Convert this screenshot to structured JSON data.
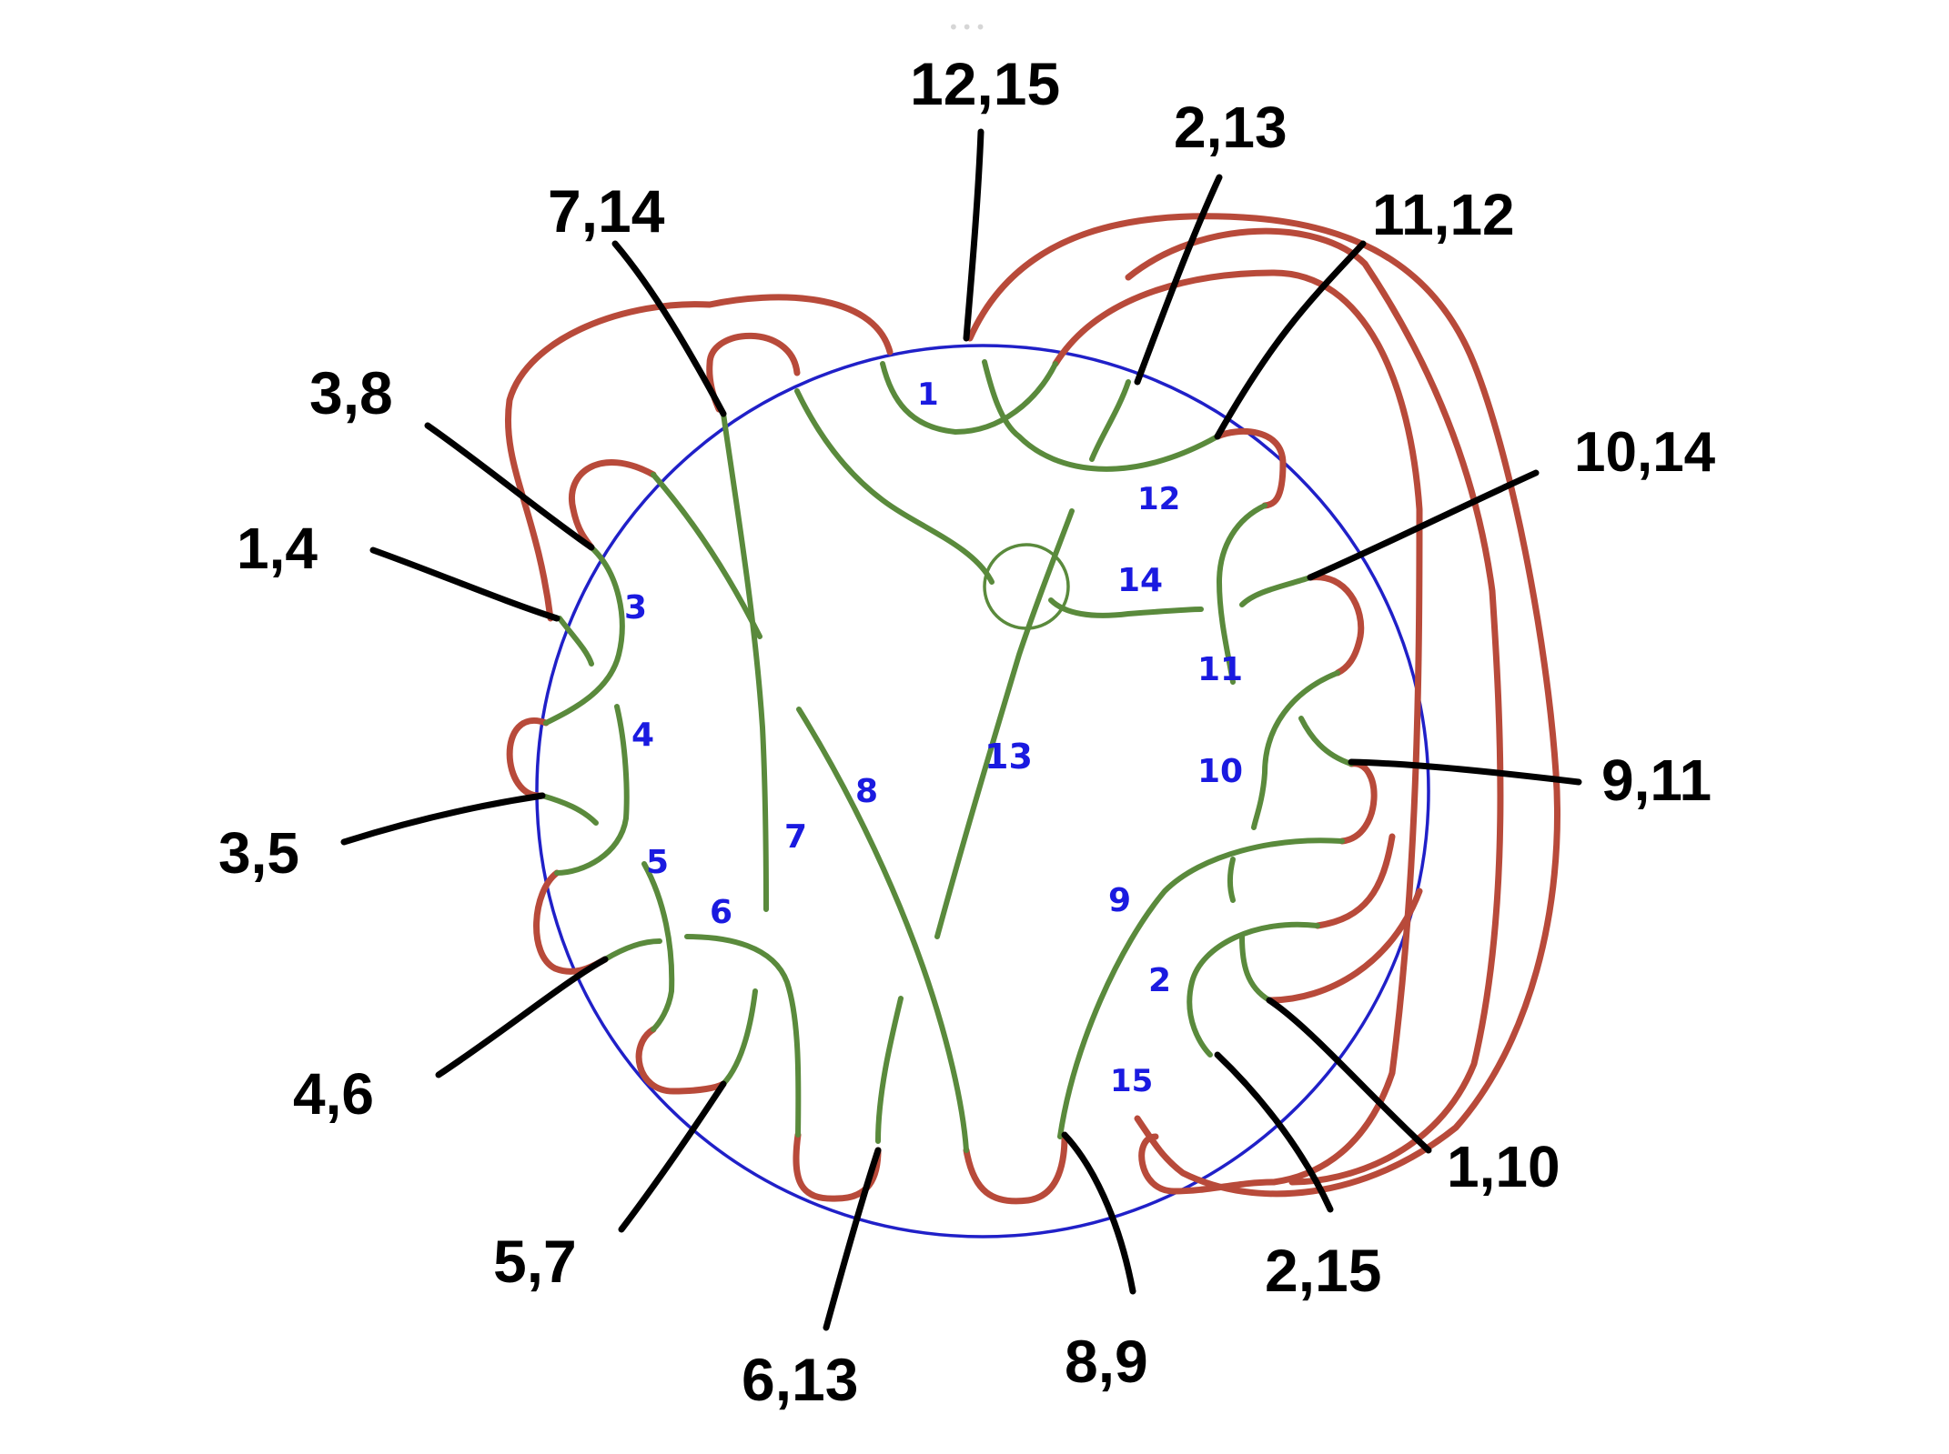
{
  "colors": {
    "circle": "#2020c8",
    "arc": "#b84a3a",
    "strand": "#5a8a3c",
    "leader": "#000000",
    "inner_label": "#1a1ae0",
    "outer_label": "#000000",
    "background": "#ffffff"
  },
  "chrome": {
    "top_dots": "•••"
  },
  "outer_labels": [
    "12,15",
    "2,13",
    "11,12",
    "10,14",
    "9,11",
    "1,10",
    "2,15",
    "8,9",
    "6,13",
    "5,7",
    "4,6",
    "3,5",
    "1,4",
    "3,8",
    "7,14"
  ],
  "inner_labels": [
    "1",
    "12",
    "14",
    "11",
    "10",
    "9",
    "2",
    "15",
    "13",
    "8",
    "7",
    "6",
    "5",
    "4",
    "3"
  ]
}
